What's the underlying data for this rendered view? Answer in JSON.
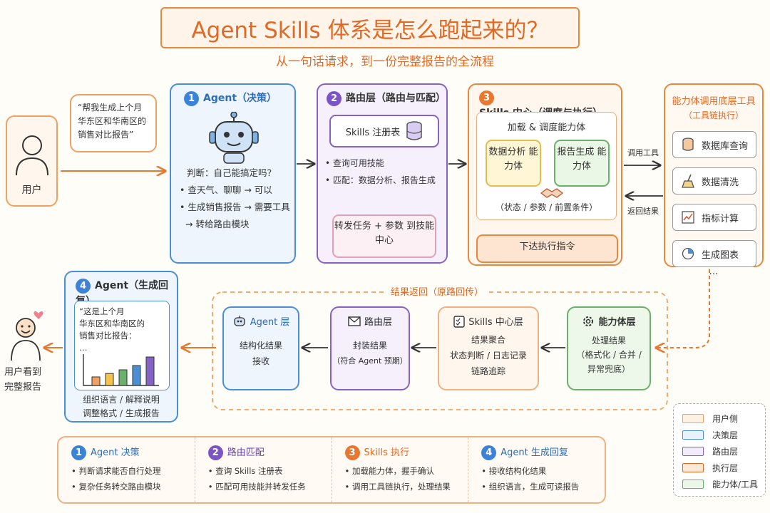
{
  "header": {
    "title": "Agent Skills 体系是怎么跑起来的？",
    "subtitle": "从一句话请求，到一份完整报告的全流程"
  },
  "user": {
    "label": "用户",
    "speech": "“帮我生成上个月华东区和华南区的销售对比报告”"
  },
  "agent": {
    "num": "1",
    "title": "Agent（决策）",
    "lines": [
      "判断：自己能搞定吗？",
      "• 查天气、聊聊 → 可以",
      "• 生成销售报告 → 需要工具",
      "→ 转给路由模块"
    ]
  },
  "router": {
    "num": "2",
    "title": "路由层（路由与匹配）",
    "registry": "Skills 注册表",
    "lines": [
      "• 查询可用技能",
      "• 匹配：数据分析、报告生成"
    ],
    "forward": "转发任务 + 参数 到技能中心"
  },
  "skills": {
    "num": "3",
    "title": "Skills 中心（调度与执行）",
    "load": "加载 & 调度能力体",
    "cap1": "数据分析 能力体",
    "cap2": "报告生成 能力体",
    "params": "（状态 / 参数 / 前置条件）",
    "exec": "下达执行指令"
  },
  "tools": {
    "title": "能力体调用底层工具",
    "subtitle": "（工具链执行）",
    "items": [
      "数据库查询",
      "数据清洗",
      "指标计算",
      "生成图表"
    ],
    "more": "…",
    "call_label": "调用工具",
    "return_label": "返回结果"
  },
  "return_flow": {
    "label": "结果返回（原路回传）",
    "cap_layer": {
      "title": "能力体层",
      "lines": [
        "处理结果",
        "（格式化 / 合并 /",
        "异常兜底）"
      ]
    },
    "skills_layer": {
      "title": "Skills 中心层",
      "lines": [
        "结果聚合",
        "状态判断 / 日志记录",
        "链路追踪"
      ]
    },
    "router_layer": {
      "title": "路由层",
      "lines": [
        "封装结果",
        "（符合 Agent 预期）"
      ]
    },
    "agent_layer": {
      "title": "Agent 层",
      "lines": [
        "结构化结果",
        "接收"
      ]
    }
  },
  "agent_reply": {
    "num": "4",
    "title": "Agent（生成回复）",
    "quote": [
      "“这是上个月",
      "华东区和华南区的",
      "销售对比报告：",
      "…"
    ],
    "bars": [
      0.3,
      0.42,
      0.55,
      0.7,
      1.0
    ],
    "footer": [
      "组织语言 / 解释说明",
      "调整格式 / 生成报告"
    ]
  },
  "final_user": {
    "label": "用户看到 完整报告"
  },
  "summary": [
    {
      "num": "1",
      "title": "Agent 决策",
      "items": [
        "• 判断请求能否自行处理",
        "• 复杂任务转交路由模块"
      ]
    },
    {
      "num": "2",
      "title": "路由匹配",
      "items": [
        "• 查询 Skills 注册表",
        "• 匹配可用技能并转发任务"
      ]
    },
    {
      "num": "3",
      "title": "Skills 执行",
      "items": [
        "• 加载能力体，握手确认",
        "• 调用工具链执行，处理结果"
      ]
    },
    {
      "num": "4",
      "title": "Agent 生成回复",
      "items": [
        "• 接收结构化结果",
        "• 组织语言，生成可读报告"
      ]
    }
  ],
  "legend": [
    {
      "label": "用户侧",
      "color": "#f0a060",
      "fill": "#fff1e2"
    },
    {
      "label": "决策层",
      "color": "#4a8fd6",
      "fill": "#e8f2fc"
    },
    {
      "label": "路由层",
      "color": "#8463c5",
      "fill": "#f1ebfb"
    },
    {
      "label": "执行层",
      "color": "#e06a25",
      "fill": "#fde8d8"
    },
    {
      "label": "能力体/工具",
      "color": "#6bb06b",
      "fill": "#eaf6e6"
    }
  ]
}
